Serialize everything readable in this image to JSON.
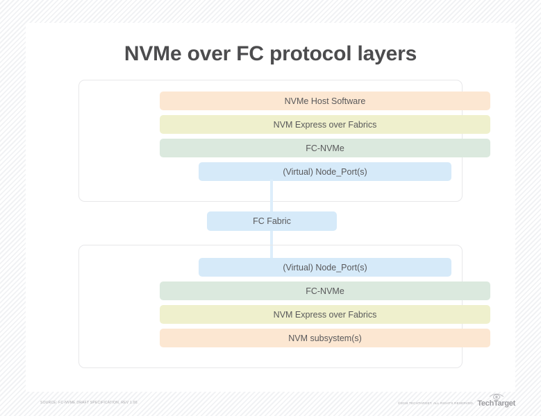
{
  "title": "NVMe over FC protocol layers",
  "host_group": {
    "name": "host-stack",
    "layers": [
      {
        "label": "NVMe Host Software",
        "color": "#fce7d2",
        "width": "wide"
      },
      {
        "label": "NVM Express over Fabrics",
        "color": "#eff0cd",
        "width": "wide"
      },
      {
        "label": "FC-NVMe",
        "color": "#dbe9de",
        "width": "wide"
      },
      {
        "label": "(Virtual) Node_Port(s)",
        "color": "#d6eaf9",
        "width": "narrow"
      }
    ]
  },
  "fabric": {
    "label": "FC Fabric",
    "color": "#d6eaf9",
    "connector_color": "#ddeefb"
  },
  "target_group": {
    "name": "target-stack",
    "layers": [
      {
        "label": "(Virtual) Node_Port(s)",
        "color": "#d6eaf9",
        "width": "narrow"
      },
      {
        "label": "FC-NVMe",
        "color": "#dbe9de",
        "width": "wide"
      },
      {
        "label": "NVM Express over Fabrics",
        "color": "#eff0cd",
        "width": "wide"
      },
      {
        "label": "NVM subsystem(s)",
        "color": "#fce7d2",
        "width": "wide"
      }
    ]
  },
  "footer": {
    "source": "SOURCE: FC-NVME DRAFT SPECIFICATION, REV 1.00.",
    "copyright": "©2018 TECHTARGET. ALL RIGHTS RESERVED.",
    "brand": "TechTarget",
    "brand_icon": "eye-target-icon"
  }
}
